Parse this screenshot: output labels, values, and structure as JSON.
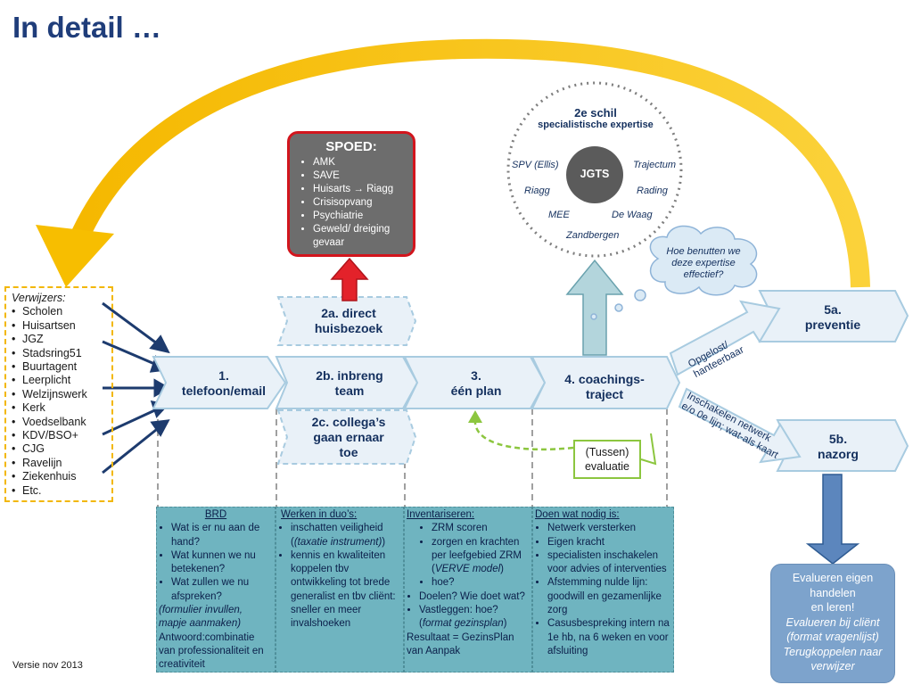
{
  "title": "In detail …",
  "version": "Versie nov 2013",
  "spoed": {
    "title": "SPOED:",
    "items": [
      "AMK",
      "SAVE",
      "Huisarts → Riagg",
      "Crisisopvang",
      "Psychiatrie",
      "Geweld/ dreiging gevaar"
    ]
  },
  "schil": {
    "title": "2e schil",
    "subtitle": "specialistische expertise",
    "center": "JGTS",
    "items": [
      "SPV (Ellis)",
      "Trajectum",
      "Riagg",
      "Rading",
      "MEE",
      "De Waag",
      "Zandbergen"
    ]
  },
  "cloud": "Hoe benutten we deze expertise effectief?",
  "verwijzers": {
    "title": "Verwijzers:",
    "items": [
      "Scholen",
      "Huisartsen",
      "JGZ",
      "Stadsring51",
      "Buurtagent",
      "Leerplicht",
      "Welzijnswerk",
      "Kerk",
      "Voedselbank",
      "KDV/BSO+",
      "CJG",
      "Ravelijn",
      "Ziekenhuis",
      "Etc."
    ]
  },
  "steps": {
    "s1_a": "1.",
    "s1_b": "telefoon/email",
    "s2b_a": "2b. inbreng",
    "s2b_b": "team",
    "s3_a": "3.",
    "s3_b": "één plan",
    "s4_a": "4. coachings-",
    "s4_b": "traject",
    "s2a_a": "2a. direct",
    "s2a_b": "huisbezoek",
    "s2c_a": "2c. collega’s",
    "s2c_b": "gaan ernaar",
    "s2c_c": "toe",
    "s5a_a": "5a.",
    "s5a_b": "preventie",
    "s5b_a": "5b.",
    "s5b_b": "nazorg"
  },
  "labels": {
    "opgelost_a": "Opgelost/",
    "opgelost_b": "hanteerbaar",
    "inschakelen_a": "Inschakelen netwerk",
    "inschakelen_b": "e/o 0e lijn; wat-als kaart",
    "tussen": "(Tussen) evaluatie"
  },
  "columns": {
    "brd": {
      "title": "BRD",
      "items": [
        "Wat is er nu aan de hand?",
        "Wat kunnen we nu betekenen?",
        "Wat zullen we nu afspreken?"
      ],
      "note": "(formulier invullen, mapje aanmaken)",
      "extra": "Antwoord:combinatie van professionaliteit en creativiteit"
    },
    "duo": {
      "title": "Werken in duo’s:",
      "item1": "inschatten veiligheid",
      "item1_note": "(taxatie instrument)",
      "item2": "kennis en kwaliteiten koppelen tbv ontwikkeling tot brede generalist en tbv cliënt: sneller en meer invalshoeken"
    },
    "inv": {
      "title": "Inventariseren:",
      "sub1": "ZRM scoren",
      "sub2": "zorgen en krachten per leefgebied ZRM",
      "sub2_note": "VERVE model",
      "sub3": "hoe?",
      "item1": "Doelen? Wie doet wat?",
      "item2": "Vastleggen: hoe?",
      "item2_note": "format gezinsplan",
      "result": "Resultaat = GezinsPlan van Aanpak"
    },
    "doen": {
      "title": "Doen wat nodig is:",
      "items": [
        "Netwerk versterken",
        "Eigen kracht",
        "specialisten inschakelen voor advies of interventies",
        "Afstemming nulde lijn: goodwill en gezamenlijke zorg",
        "Casusbespreking intern na 1e hb, na 6 weken en voor afsluiting"
      ]
    }
  },
  "evaluate": {
    "line1": "Evalueren eigen handelen",
    "line2": "en leren!",
    "line3": "Evalueren bij cliënt (format vragenlijst)",
    "line4": "Terugkoppelen naar verwijzer"
  },
  "colors": {
    "title": "#1f3d7a",
    "spoed_bg": "#6d6d6d",
    "spoed_border": "#d2151d",
    "arc": "#f7be00",
    "column_bg": "#6fb4c0",
    "process": "#e9f1f8",
    "evaluate_bg": "#7da3cc"
  }
}
